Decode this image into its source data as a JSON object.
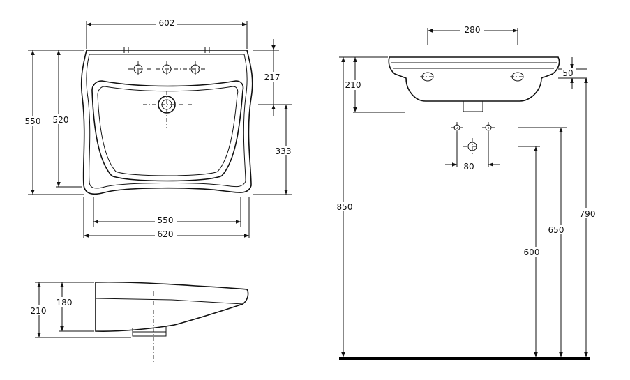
{
  "dimensions": {
    "top_width_602": "602",
    "top_depth_550": "550",
    "top_inner_520": "520",
    "top_tap_217": "217",
    "top_drain_333": "333",
    "top_bottom_550": "550",
    "top_overall_620": "620",
    "side_210": "210",
    "side_180": "180",
    "front_280": "280",
    "front_50": "50",
    "front_210": "210",
    "front_80": "80",
    "front_850": "850",
    "front_600": "600",
    "front_650": "650",
    "front_790": "790"
  }
}
